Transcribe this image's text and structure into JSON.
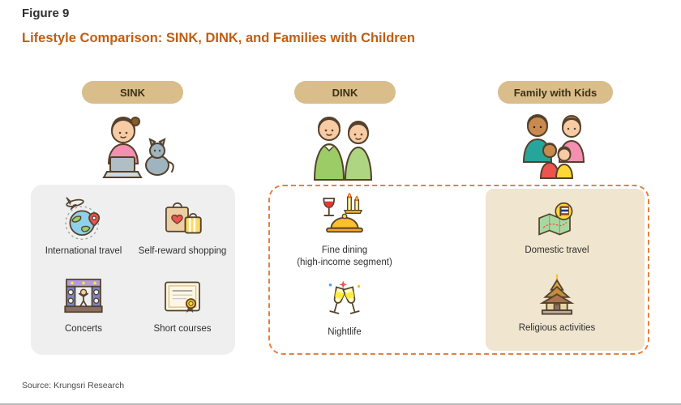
{
  "header": {
    "figure_label": "Figure 9",
    "title": "Lifestyle Comparison: SINK, DINK, and Families with Children"
  },
  "columns": {
    "sink": {
      "header": "SINK",
      "illustration": "woman-with-laptop-and-cat"
    },
    "dink": {
      "header": "DINK",
      "illustration": "couple"
    },
    "family": {
      "header": "Family with Kids",
      "illustration": "family-of-four"
    }
  },
  "sink_activities": {
    "items": [
      {
        "label": "International travel",
        "icon": "globe-plane-icon"
      },
      {
        "label": "Self-reward shopping",
        "icon": "shopping-bags-icon"
      },
      {
        "label": "Concerts",
        "icon": "concert-stage-icon"
      },
      {
        "label": "Short courses",
        "icon": "certificate-icon"
      }
    ]
  },
  "dink_activities": {
    "items": [
      {
        "label": "Fine dining",
        "sublabel": "(high-income segment)",
        "icon": "fine-dining-icon"
      },
      {
        "label": "Nightlife",
        "icon": "champagne-glasses-icon"
      }
    ]
  },
  "family_activities": {
    "items": [
      {
        "label": "Domestic travel",
        "icon": "map-thailand-flag-icon"
      },
      {
        "label": "Religious activities",
        "icon": "temple-icon"
      }
    ]
  },
  "footer": {
    "source": "Source: Krungsri Research"
  },
  "colors": {
    "title_orange": "#C05E12",
    "pill_bg": "#D9BD8B",
    "gray_panel": "#EFEFEF",
    "tan_panel": "#F0E5CE",
    "dashed_border": "#E08245"
  }
}
